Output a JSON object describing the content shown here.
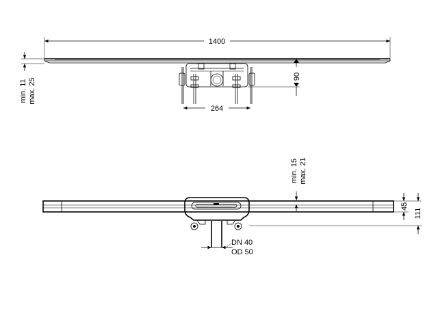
{
  "top_view": {
    "overall_length": "1400",
    "mount_width": "264",
    "height": "90",
    "thickness_min": "min. 11",
    "thickness_max": "max. 25"
  },
  "side_view": {
    "cover_min": "min. 15",
    "cover_max": "max. 21",
    "profile_height": "45",
    "total_height": "111",
    "outlet_dn": "DN 40",
    "outlet_od": "OD 50"
  }
}
